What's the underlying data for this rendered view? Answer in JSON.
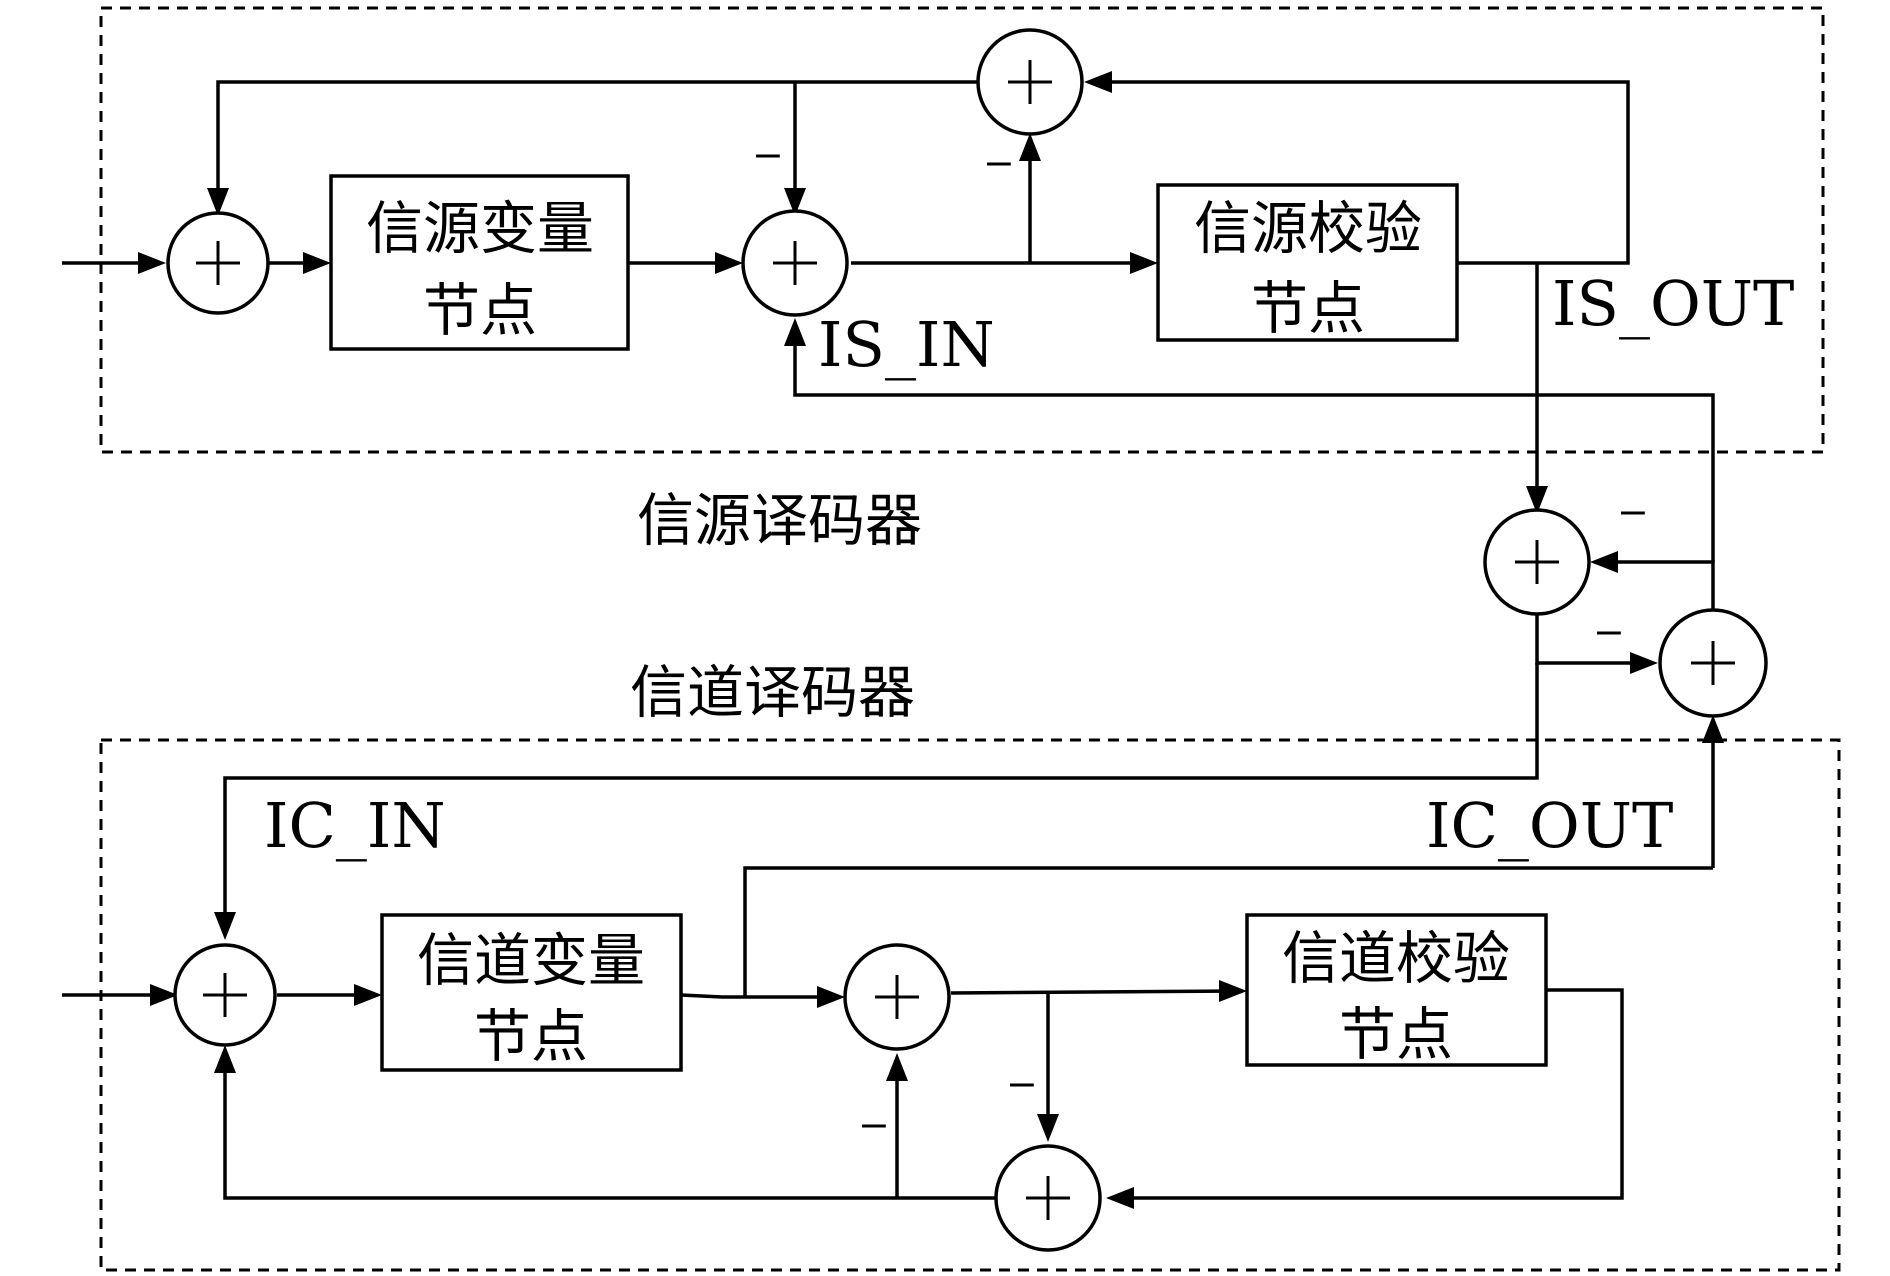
{
  "source_decoder": {
    "label": "信源译码器",
    "variable_node": {
      "line1": "信源变量",
      "line2": "节点"
    },
    "check_node": {
      "line1": "信源校验",
      "line2": "节点"
    },
    "input_signal": "IS_IN",
    "output_signal": "IS_OUT"
  },
  "channel_decoder": {
    "label": "信道译码器",
    "variable_node": {
      "line1": "信道变量",
      "line2": "节点"
    },
    "check_node": {
      "line1": "信道校验",
      "line2": "节点"
    },
    "input_signal": "IC_IN",
    "output_signal": "IC_OUT"
  },
  "symbols": {
    "plus": "+",
    "minus": "−"
  }
}
